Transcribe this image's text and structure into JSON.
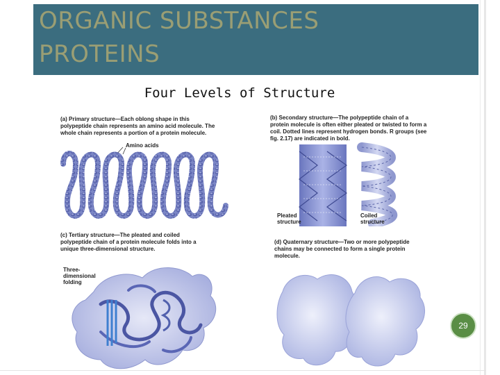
{
  "slide": {
    "title_line1": "ORGANIC SUBSTANCES",
    "title_line2": "PROTEINS",
    "subtitle": "Four Levels of Structure",
    "page_number": "29",
    "colors": {
      "title_bar": "#3b6d7f",
      "title_text": "#9a9e74",
      "badge": "#5a8e45",
      "protein": "#7b86c4"
    }
  },
  "figure": {
    "panel_a": {
      "letter": "(a)",
      "caption": "Primary structure—Each oblong shape in this polypeptide chain represents an amino acid molecule. The whole chain represents a portion of a protein molecule.",
      "label": "Amino acids"
    },
    "panel_b": {
      "letter": "(b)",
      "caption": "Secondary structure—The polypeptide chain of a protein molecule is often either pleated or twisted to form a coil. Dotted lines represent hydrogen bonds. R groups (see fig. 2.17) are indicated in bold.",
      "label_left": "Pleated structure",
      "label_right": "Coiled structure"
    },
    "panel_c": {
      "letter": "(c)",
      "caption": "Tertiary structure—The pleated and coiled polypeptide chain of a protein molecule folds into a unique three-dimensional structure.",
      "label": "Three-dimensional folding"
    },
    "panel_d": {
      "letter": "(d)",
      "caption": "Quaternary structure—Two or more polypeptide chains may be connected to form a single protein molecule."
    }
  }
}
